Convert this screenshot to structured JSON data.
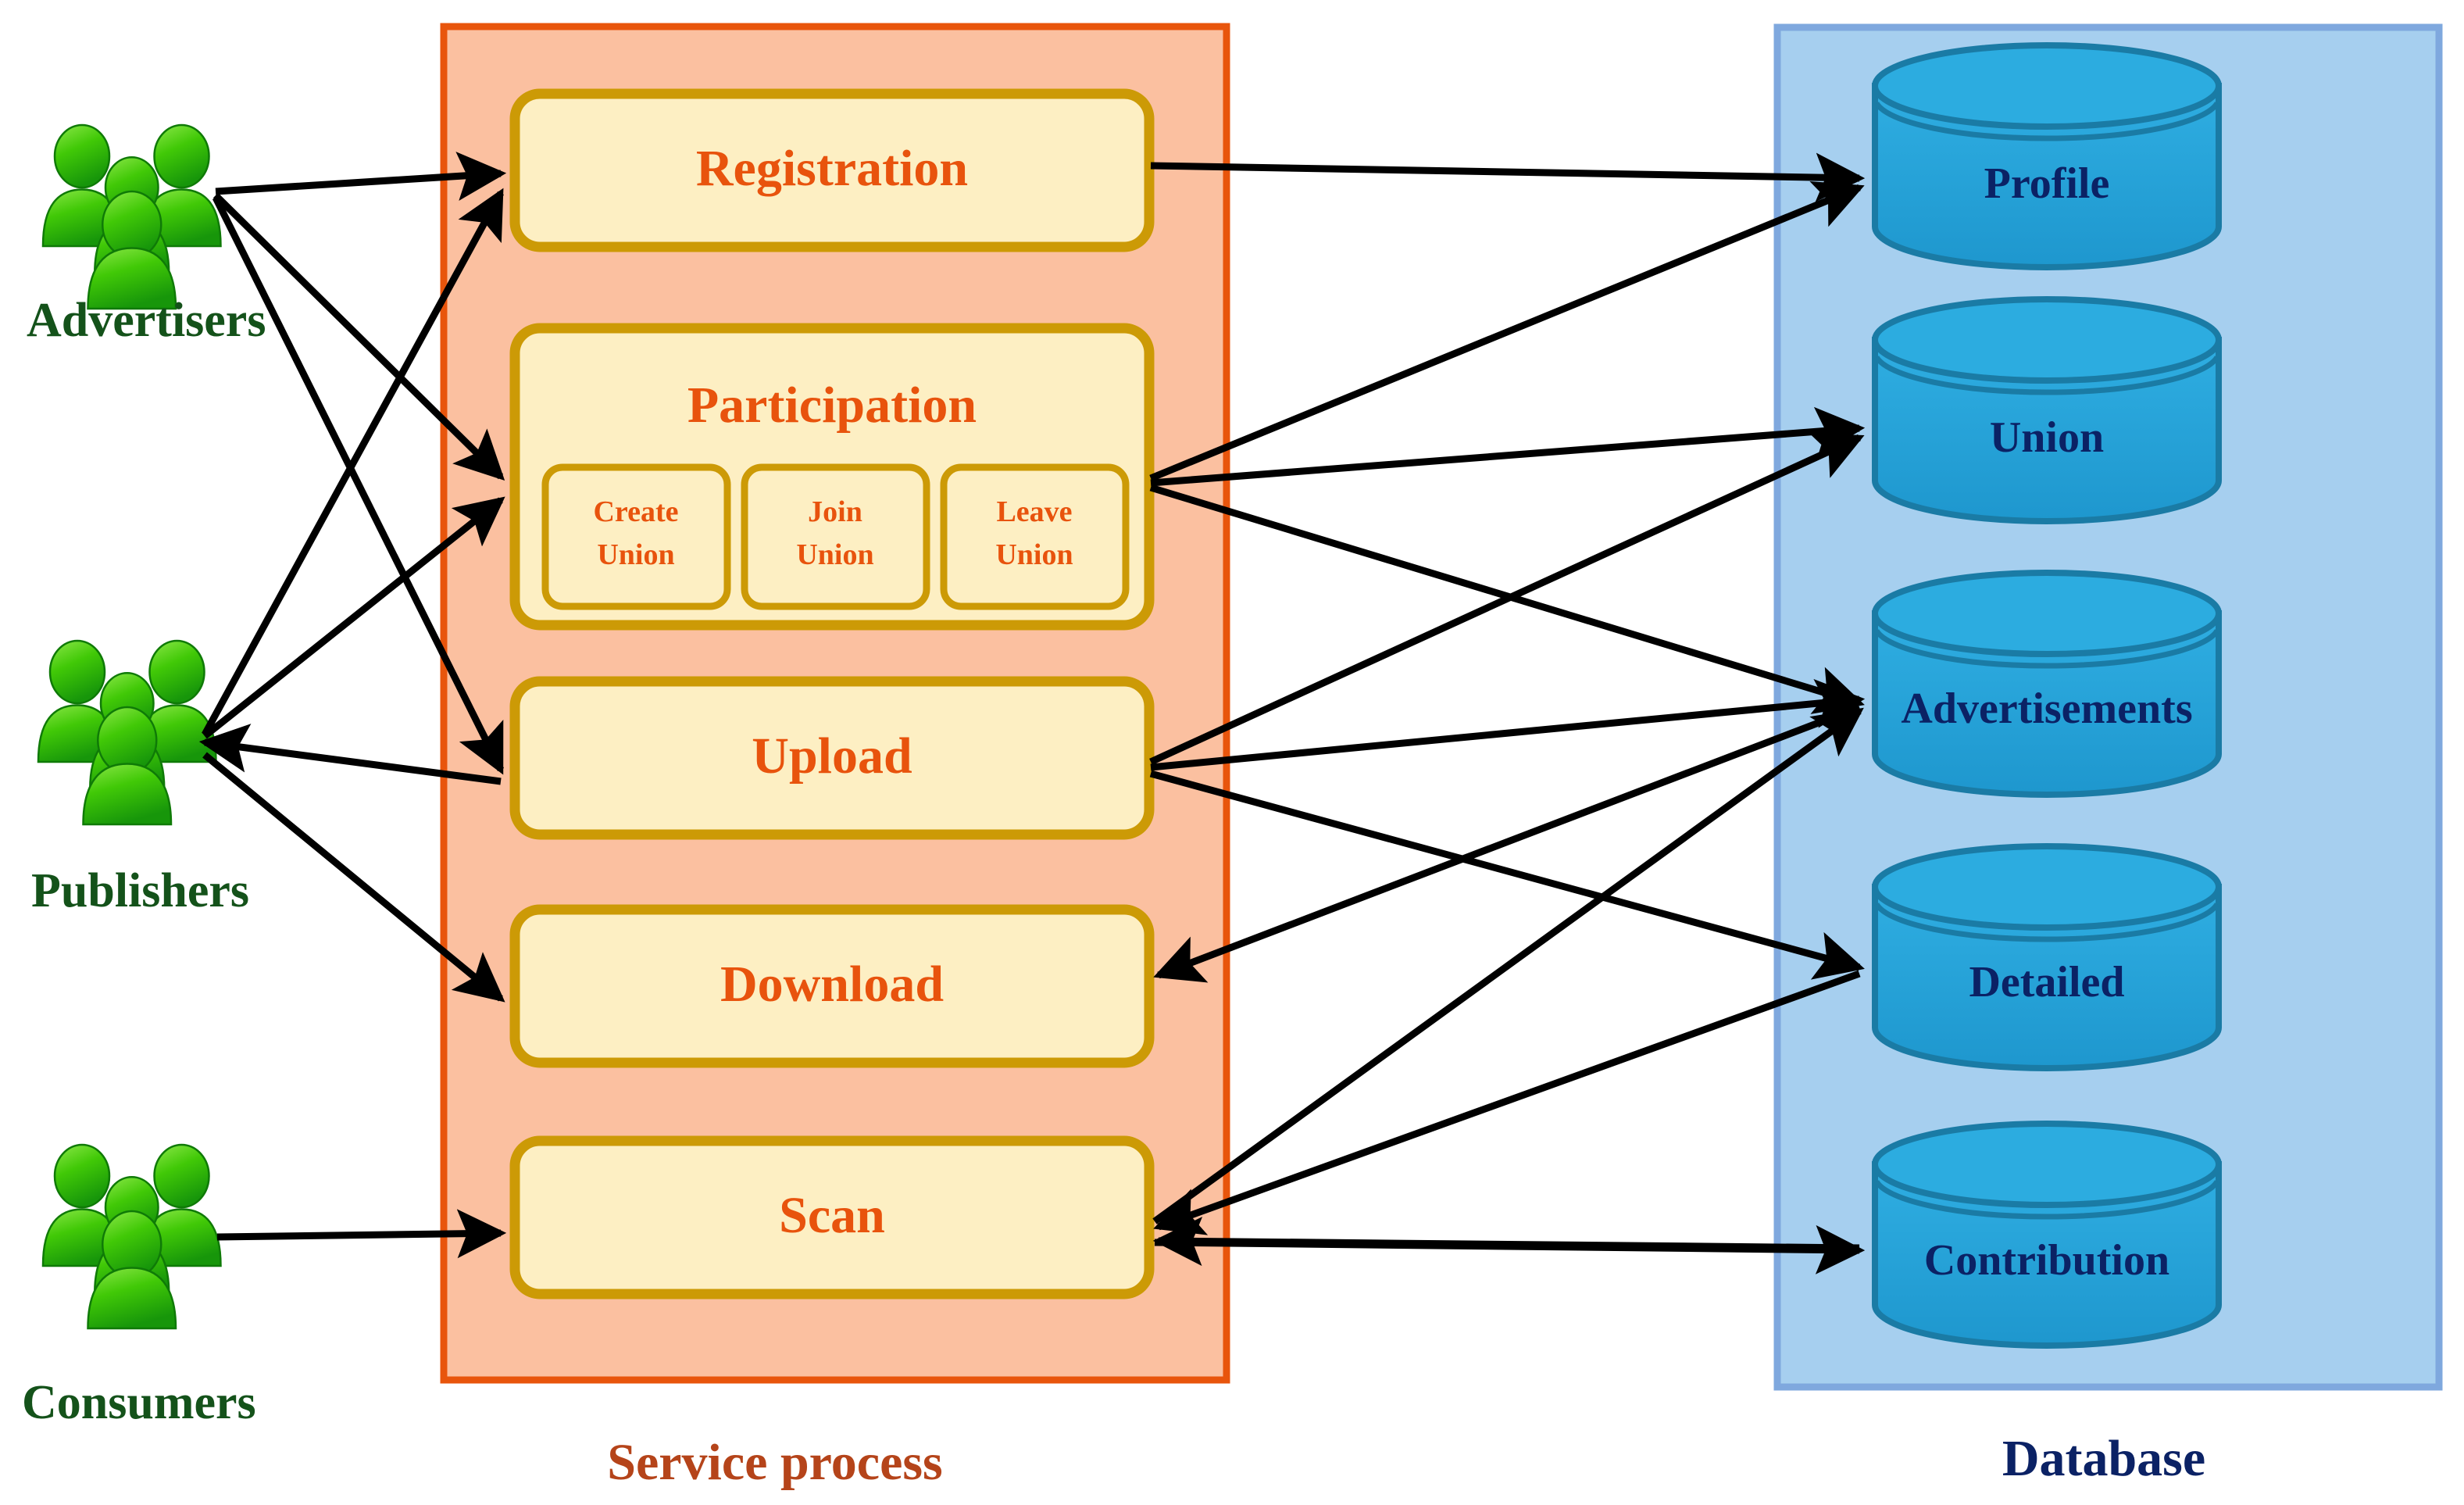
{
  "diagram": {
    "title": "Service process and Database architecture",
    "colors": {
      "service_panel_fill": "#FBC0A0",
      "service_panel_stroke": "#E8550C",
      "service_box_fill": "#FDEFC3",
      "service_box_stroke": "#CC9A06",
      "service_text": "#E8530D",
      "service_label_text": "#B5441A",
      "database_panel_fill": "#A6CFEF",
      "database_panel_stroke": "#7FA8DE",
      "cylinder_fill": "#27A3DA",
      "cylinder_stroke": "#1A7BA5",
      "cylinder_top_fill": "#2CACE0",
      "database_text": "#0B2265",
      "actor_text": "#14521A",
      "actor_icon": "#33C000",
      "arrow": "#000000"
    }
  },
  "actors": [
    {
      "id": "advertisers",
      "label": "Advertisers",
      "icon": "users-group-icon"
    },
    {
      "id": "publishers",
      "label": "Publishers",
      "icon": "users-group-icon"
    },
    {
      "id": "consumers",
      "label": "Consumers",
      "icon": "users-group-icon"
    }
  ],
  "service_panel": {
    "caption": "Service process",
    "boxes": [
      {
        "id": "registration",
        "label": "Registration",
        "subitems": []
      },
      {
        "id": "participation",
        "label": "Participation",
        "subitems": [
          {
            "id": "create-union",
            "line1": "Create",
            "line2": "Union"
          },
          {
            "id": "join-union",
            "line1": "Join",
            "line2": "Union"
          },
          {
            "id": "leave-union",
            "line1": "Leave",
            "line2": "Union"
          }
        ]
      },
      {
        "id": "upload",
        "label": "Upload",
        "subitems": []
      },
      {
        "id": "download",
        "label": "Download",
        "subitems": []
      },
      {
        "id": "scan",
        "label": "Scan",
        "subitems": []
      }
    ]
  },
  "database_panel": {
    "caption": "Database",
    "stores": [
      {
        "id": "profile",
        "label": "Profile"
      },
      {
        "id": "union",
        "label": "Union"
      },
      {
        "id": "advertisements",
        "label": "Advertisements"
      },
      {
        "id": "detailed",
        "label": "Detailed"
      },
      {
        "id": "contribution",
        "label": "Contribution"
      }
    ]
  },
  "connections": [
    {
      "from": "advertisers",
      "to": "registration",
      "direction": "forward"
    },
    {
      "from": "advertisers",
      "to": "participation",
      "direction": "forward"
    },
    {
      "from": "advertisers",
      "to": "upload",
      "direction": "forward"
    },
    {
      "from": "publishers",
      "to": "registration",
      "direction": "forward"
    },
    {
      "from": "publishers",
      "to": "participation",
      "direction": "forward"
    },
    {
      "from": "publishers",
      "to": "download",
      "direction": "forward"
    },
    {
      "from": "download",
      "to": "publishers",
      "direction": "forward"
    },
    {
      "from": "consumers",
      "to": "scan",
      "direction": "forward"
    },
    {
      "from": "registration",
      "to": "profile",
      "direction": "forward"
    },
    {
      "from": "participation",
      "to": "profile",
      "direction": "forward"
    },
    {
      "from": "participation",
      "to": "union",
      "direction": "forward"
    },
    {
      "from": "participation",
      "to": "advertisements",
      "direction": "forward"
    },
    {
      "from": "upload",
      "to": "union",
      "direction": "forward"
    },
    {
      "from": "upload",
      "to": "advertisements",
      "direction": "forward"
    },
    {
      "from": "upload",
      "to": "detailed",
      "direction": "forward"
    },
    {
      "from": "advertisements",
      "to": "download",
      "direction": "forward"
    },
    {
      "from": "scan",
      "to": "advertisements",
      "direction": "forward"
    },
    {
      "from": "scan",
      "to": "contribution",
      "direction": "forward"
    },
    {
      "from": "detailed",
      "to": "scan",
      "direction": "forward"
    }
  ]
}
